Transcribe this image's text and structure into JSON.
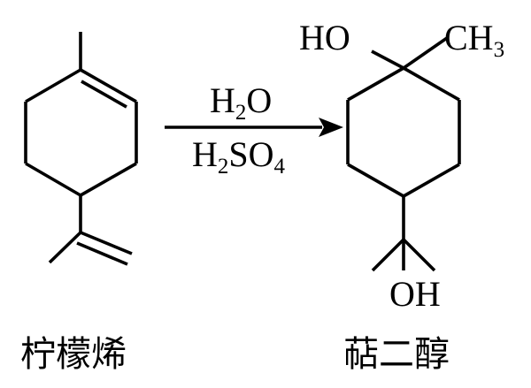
{
  "reactant": {
    "name": "柠檬烯"
  },
  "product": {
    "name": "萜二醇",
    "label_ho": "HO",
    "label_ch": "CH",
    "label_ch_sub": "3",
    "label_oh": "OH"
  },
  "arrow": {
    "reagent_top": {
      "element1": "H",
      "sub1": "2",
      "element2": "O"
    },
    "reagent_bottom": {
      "element1": "H",
      "sub1": "2",
      "element2": "SO",
      "sub2": "4"
    }
  },
  "colors": {
    "ink": "#000000",
    "background": "#ffffff"
  }
}
